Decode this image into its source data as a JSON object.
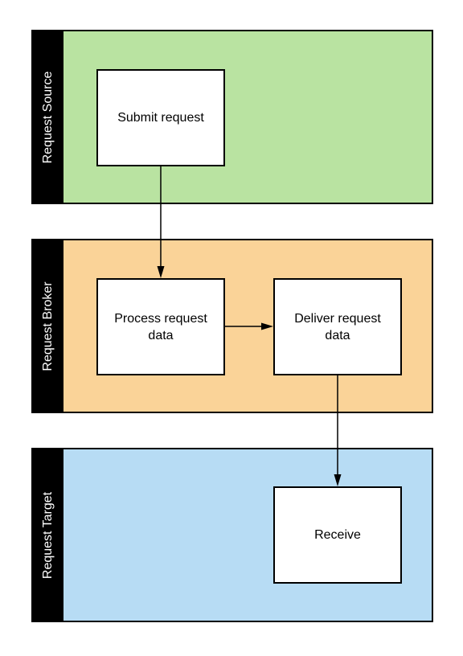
{
  "lanes": [
    {
      "label": "Request Source",
      "color": "#b9e3a1"
    },
    {
      "label": "Request Broker",
      "color": "#fad398"
    },
    {
      "label": "Request Target",
      "color": "#b7dcf4"
    }
  ],
  "nodes": {
    "submit": "Submit request",
    "process": "Process request data",
    "deliver": "Deliver request data",
    "receive": "Receive"
  },
  "colors": {
    "lane_header": "#000000",
    "node_fill": "#ffffff",
    "stroke": "#000000"
  }
}
